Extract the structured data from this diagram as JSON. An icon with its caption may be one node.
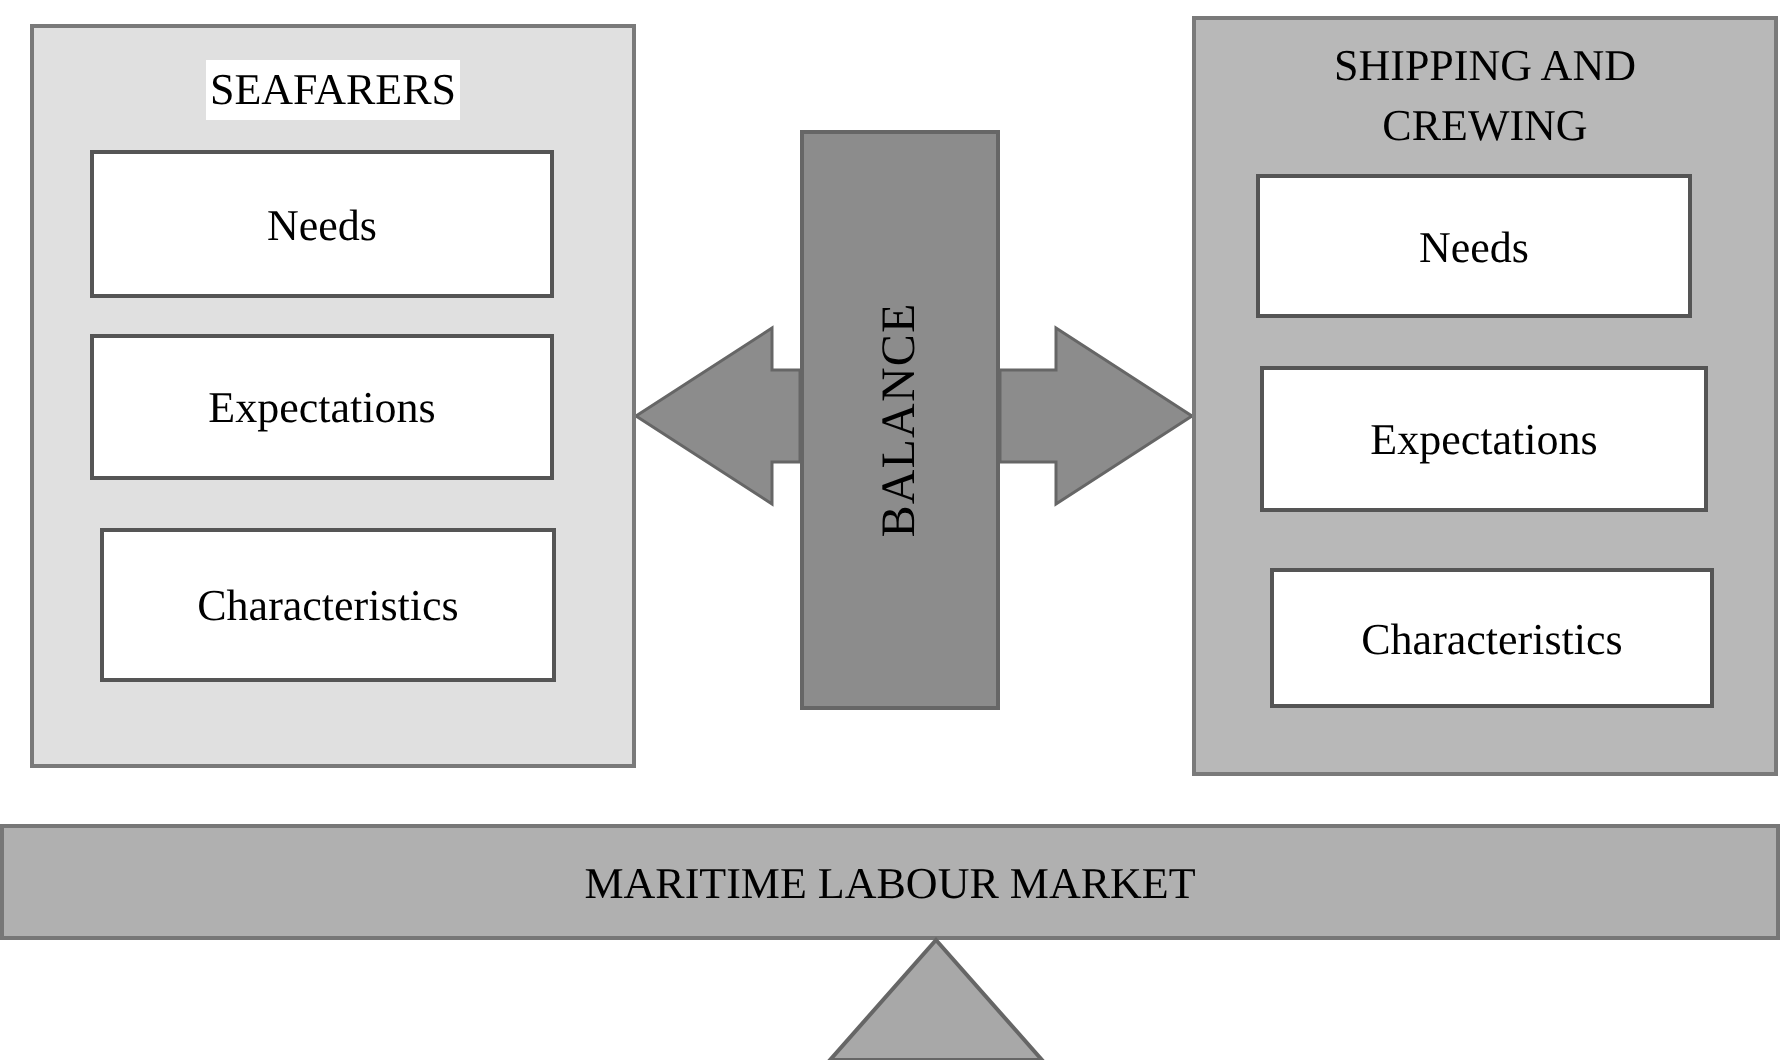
{
  "diagram": {
    "nodes": [
      {
        "text": [
          "SEAFARERS"
        ]
      },
      {
        "text": [
          "Needs"
        ],
        "in": 0
      },
      {
        "text": [
          "Expectations"
        ],
        "in": 0
      },
      {
        "text": [
          "Characteristics"
        ],
        "in": 0
      },
      {
        "text": [
          "SHIPPING AND CREWING"
        ]
      },
      {
        "text": [
          "Needs"
        ],
        "in": 4
      },
      {
        "text": [
          "Expectations"
        ],
        "in": 4
      },
      {
        "text": [
          "Characteristics"
        ],
        "in": 4
      },
      {
        "text": [
          "BALANCE"
        ]
      },
      {
        "text": [
          "MARITIME LABOUR MARKET"
        ]
      },
      {
        "text": [],
        "shape": "triangle"
      }
    ],
    "edges": [
      {
        "from": 8,
        "to": 0,
        "arrow": "to",
        "style": "thick"
      },
      {
        "from": 8,
        "to": 4,
        "arrow": "to",
        "style": "thick"
      }
    ]
  }
}
